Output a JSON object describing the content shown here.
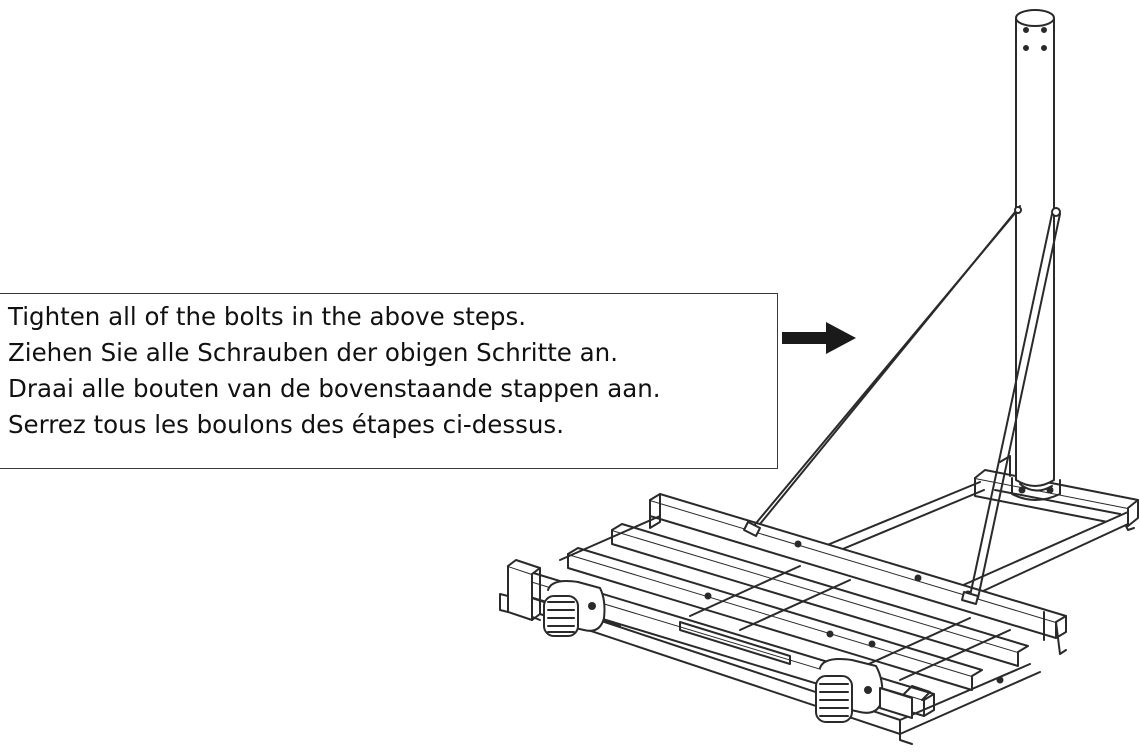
{
  "instructions": {
    "lines": [
      "Tighten all of the bolts in the above steps.",
      "Ziehen Sie alle Schrauben der obigen Schritte an.",
      "Draai alle bouten van de bovenstaande stappen aan.",
      "Serrez tous les boulons des étapes ci-dessus."
    ]
  },
  "icons": {
    "arrow": "right-arrow-icon"
  },
  "colors": {
    "line": "#2a2a2a",
    "background": "#ffffff"
  }
}
